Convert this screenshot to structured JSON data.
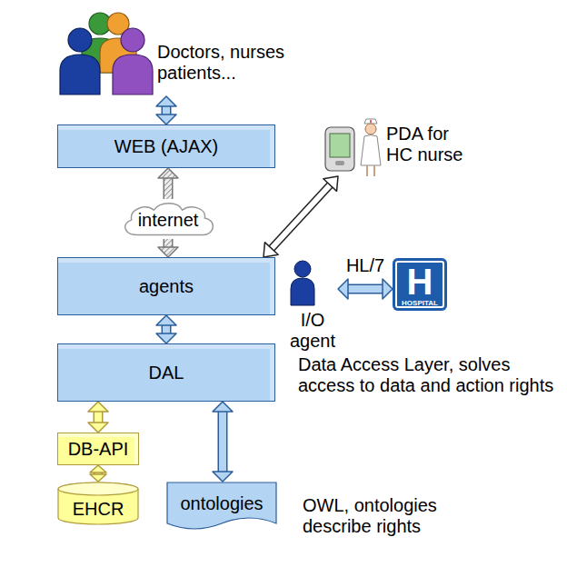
{
  "diagram": {
    "nodes": [
      {
        "text": [
          "Doctors, nurses patients..."
        ]
      },
      {
        "text": [
          "WEB (AJAX)"
        ]
      },
      {
        "text": [
          "PDA for HC nurse"
        ]
      },
      {
        "text": [
          "internet"
        ]
      },
      {
        "text": [
          "agents"
        ]
      },
      {
        "text": [
          "I/O agent"
        ]
      },
      {
        "text": [
          "H",
          "HOSPITAL"
        ]
      },
      {
        "text": [
          "DAL"
        ]
      },
      {
        "text": [
          "DB-API"
        ]
      },
      {
        "text": [
          "EHCR"
        ]
      },
      {
        "text": [
          "ontologies"
        ]
      }
    ],
    "edges": [
      {
        "from": 0,
        "to": 1,
        "arrow": "both"
      },
      {
        "from": 3,
        "to": 1,
        "arrow": "to"
      },
      {
        "from": 3,
        "to": 4,
        "arrow": "to"
      },
      {
        "from": 4,
        "to": 2,
        "arrow": "both"
      },
      {
        "from": 4,
        "to": 7,
        "arrow": "both"
      },
      {
        "from": 5,
        "to": 6,
        "label": "HL/7",
        "arrow": "both"
      },
      {
        "from": 7,
        "to": 8,
        "arrow": "both"
      },
      {
        "from": 8,
        "to": 9,
        "arrow": "both"
      },
      {
        "from": 7,
        "to": 10,
        "arrow": "both"
      }
    ],
    "labels": [
      "Data Access Layer, solves access to data and action rights",
      "OWL, ontologies describe rights"
    ]
  }
}
